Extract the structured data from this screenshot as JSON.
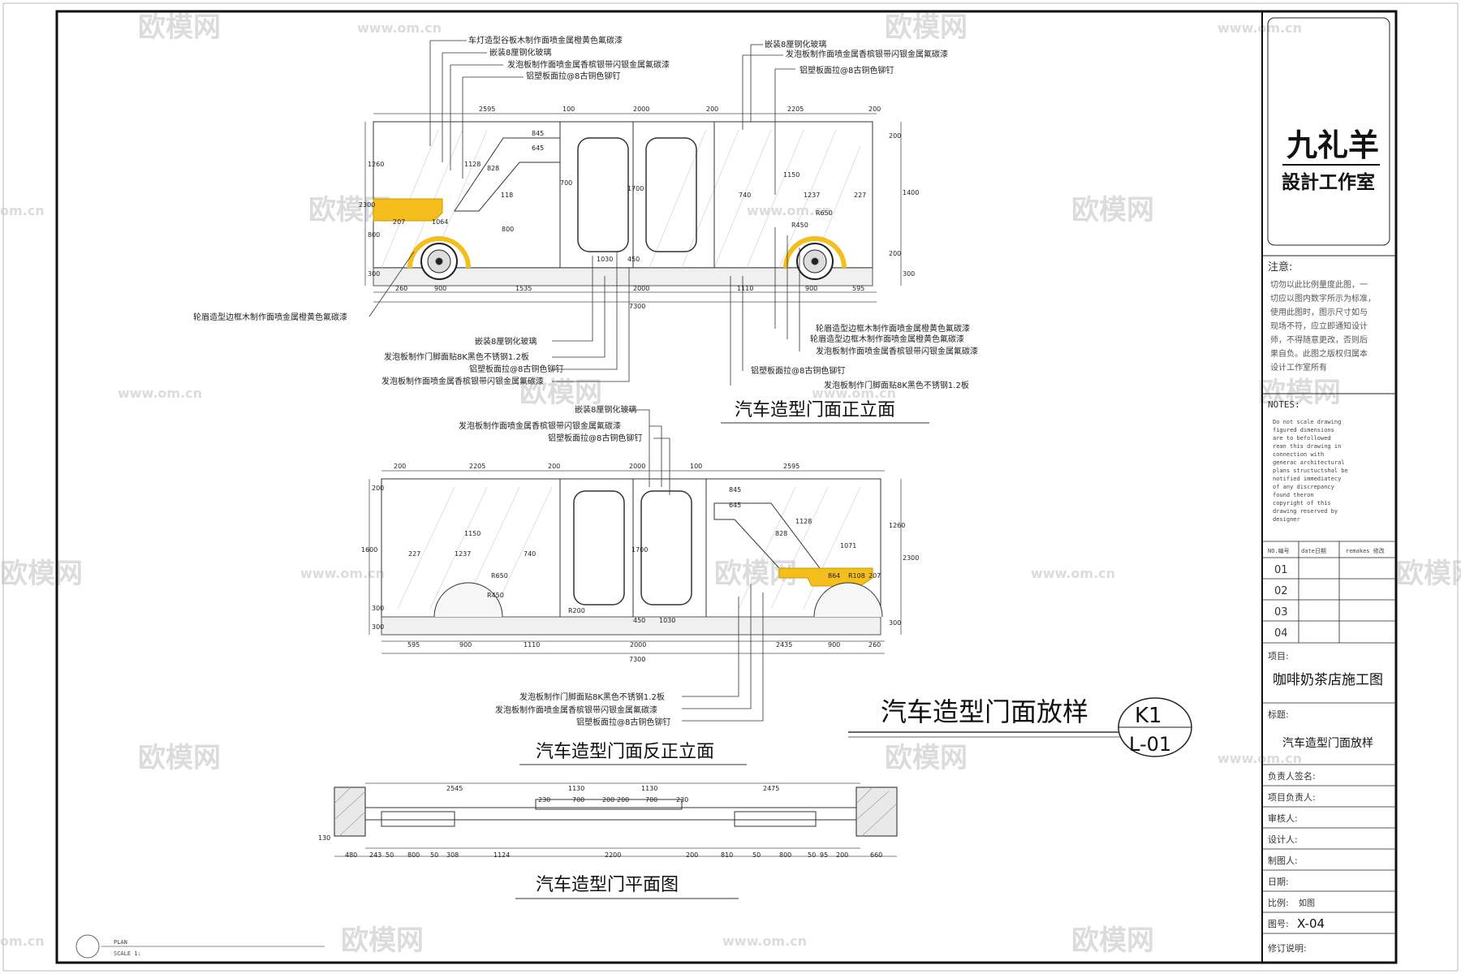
{
  "watermarks": {
    "brand": "欧模网",
    "site": "www.om.cn",
    "site_short": "om.cn"
  },
  "studio": {
    "line1": "九礼羊",
    "line2": "設計工作室"
  },
  "titleblock": {
    "notes_heading_cn": "注意:",
    "notes_body_cn": [
      "切勿以此比例量度此图，一",
      "切应以图内数字所示为标准，",
      "使用此图时，图示尺寸如与",
      "现场不符，应立即通知设计",
      "师，不得随意更改，否则后",
      "果自负。此图之版权归属本",
      "设计工作室所有"
    ],
    "notes_heading_en": "NOTES:",
    "notes_body_en": [
      "Do not scale drawing",
      "figured dimensions",
      "are to befollowed",
      "rean this drawing in",
      "connection with",
      "generac architectural",
      "plans structuctshal be",
      "notified immediatecy",
      "of any discrepancy",
      "found theron",
      "copyright of this",
      "drawing reserved by",
      "designer"
    ],
    "rev_headers": [
      "NO.编号",
      "date日期",
      "remakes 修改"
    ],
    "rev_rows": [
      "01",
      "02",
      "03",
      "04"
    ],
    "project_label": "项目:",
    "project_value": "咖啡奶茶店施工图",
    "sheet_title_label": "标题:",
    "sheet_title_value": "汽车造型门面放样",
    "fields": [
      "负责人签名:",
      "项目负责人:",
      "审核人:",
      "设计人:",
      "制图人:",
      "日期:",
      "比例:",
      "图号:",
      "修订说明:"
    ],
    "scale_value": "如图",
    "drawing_no_value": "X-04"
  },
  "drawing": {
    "main_title": "汽车造型门面放样",
    "sheet_code_top": "K1",
    "sheet_code_bottom": "L-01",
    "front_title": "汽车造型门面正立面",
    "rear_title": "汽车造型门面反正立面",
    "plan_title": "汽车造型门平面图",
    "plan_label": "PLAN",
    "scale_label": "SCALE  1:",
    "front_notes_left": [
      "车灯造型谷板木制作面喷金属橙黄色氟碳漆",
      "嵌装8厘钢化玻璃",
      "发泡板制作面喷金属香槟银带闪银金属氟碳漆",
      "铝塑板面拉@8古铜色铆钉"
    ],
    "front_notes_right": [
      "嵌装8厘钢化玻璃",
      "发泡板制作面喷金属香槟银带闪银金属氟碳漆",
      "铝塑板面拉@8古铜色铆钉"
    ],
    "front_note_wheel_left": "轮眉造型边框木制作面喷金属橙黄色氟碳漆",
    "front_notes_bottom_center": [
      "嵌装8厘钢化玻璃",
      "发泡板制作门脚面贴8K黑色不锈钢1.2板",
      "铝塑板面拉@8古铜色铆钉",
      "发泡板制作面喷金属香槟银带闪银金属氟碳漆"
    ],
    "front_notes_bottom_right": [
      "轮眉造型边框木制作面喷金属橙黄色氟碳漆",
      "轮眉造型边框木制作面喷金属橙黄色氟碳漆",
      "发泡板制作面喷金属香槟银带闪银金属氟碳漆",
      "铝塑板面拉@8古铜色铆钉",
      "发泡板制作门脚面贴8K黑色不锈钢1.2板"
    ],
    "rear_notes_top": [
      "嵌装8厘钢化玻璃",
      "发泡板制作面喷金属香槟银带闪银金属氟碳漆",
      "铝塑板面拉@8古铜色铆钉"
    ],
    "rear_notes_bottom": [
      "发泡板制作门脚面贴8K黑色不锈钢1.2板",
      "发泡板制作面喷金属香槟银带闪银金属氟碳漆",
      "铝塑板面拉@8古铜色铆钉"
    ],
    "front_dims_top": [
      "2595",
      "100",
      "2000",
      "200",
      "2205",
      "200"
    ],
    "front_dims_bottom": [
      "260",
      "900",
      "1535",
      "2000",
      "1110",
      "900",
      "595"
    ],
    "front_dims_total": "7300",
    "front_dims_inner": [
      "845",
      "645",
      "1128",
      "828",
      "700",
      "1700",
      "1150",
      "1237",
      "740",
      "227",
      "1064",
      "207",
      "118",
      "800",
      "1030",
      "450",
      "R450",
      "R650"
    ],
    "front_dims_left": [
      "1260",
      "2300",
      "800",
      "300"
    ],
    "front_dims_right": [
      "200",
      "1400",
      "200",
      "300"
    ],
    "rear_dims_top": [
      "200",
      "2205",
      "200",
      "2000",
      "100",
      "2595"
    ],
    "rear_dims_bottom": [
      "595",
      "900",
      "1110",
      "2000",
      "2435",
      "900",
      "260"
    ],
    "rear_dims_total": "7300",
    "rear_dims_inner": [
      "227",
      "1150",
      "1237",
      "740",
      "R650",
      "R450",
      "1700",
      "1030",
      "450",
      "R200",
      "845",
      "645",
      "1128",
      "828",
      "1071",
      "864",
      "R108",
      "207"
    ],
    "rear_dims_left": [
      "200",
      "1600",
      "300",
      "300"
    ],
    "rear_dims_right": [
      "1260",
      "2300",
      "300"
    ],
    "plan_dims_top": [
      "2545",
      "1130",
      "1130",
      "2475"
    ],
    "plan_dims_top_inner": [
      "230",
      "700",
      "200",
      "200",
      "700",
      "230"
    ],
    "plan_dims_bottom": [
      "480",
      "243",
      "50",
      "800",
      "50",
      "308",
      "1124",
      "2200",
      "200",
      "810",
      "50",
      "800",
      "50",
      "95",
      "200",
      "660"
    ],
    "plan_dims_side": "130"
  }
}
